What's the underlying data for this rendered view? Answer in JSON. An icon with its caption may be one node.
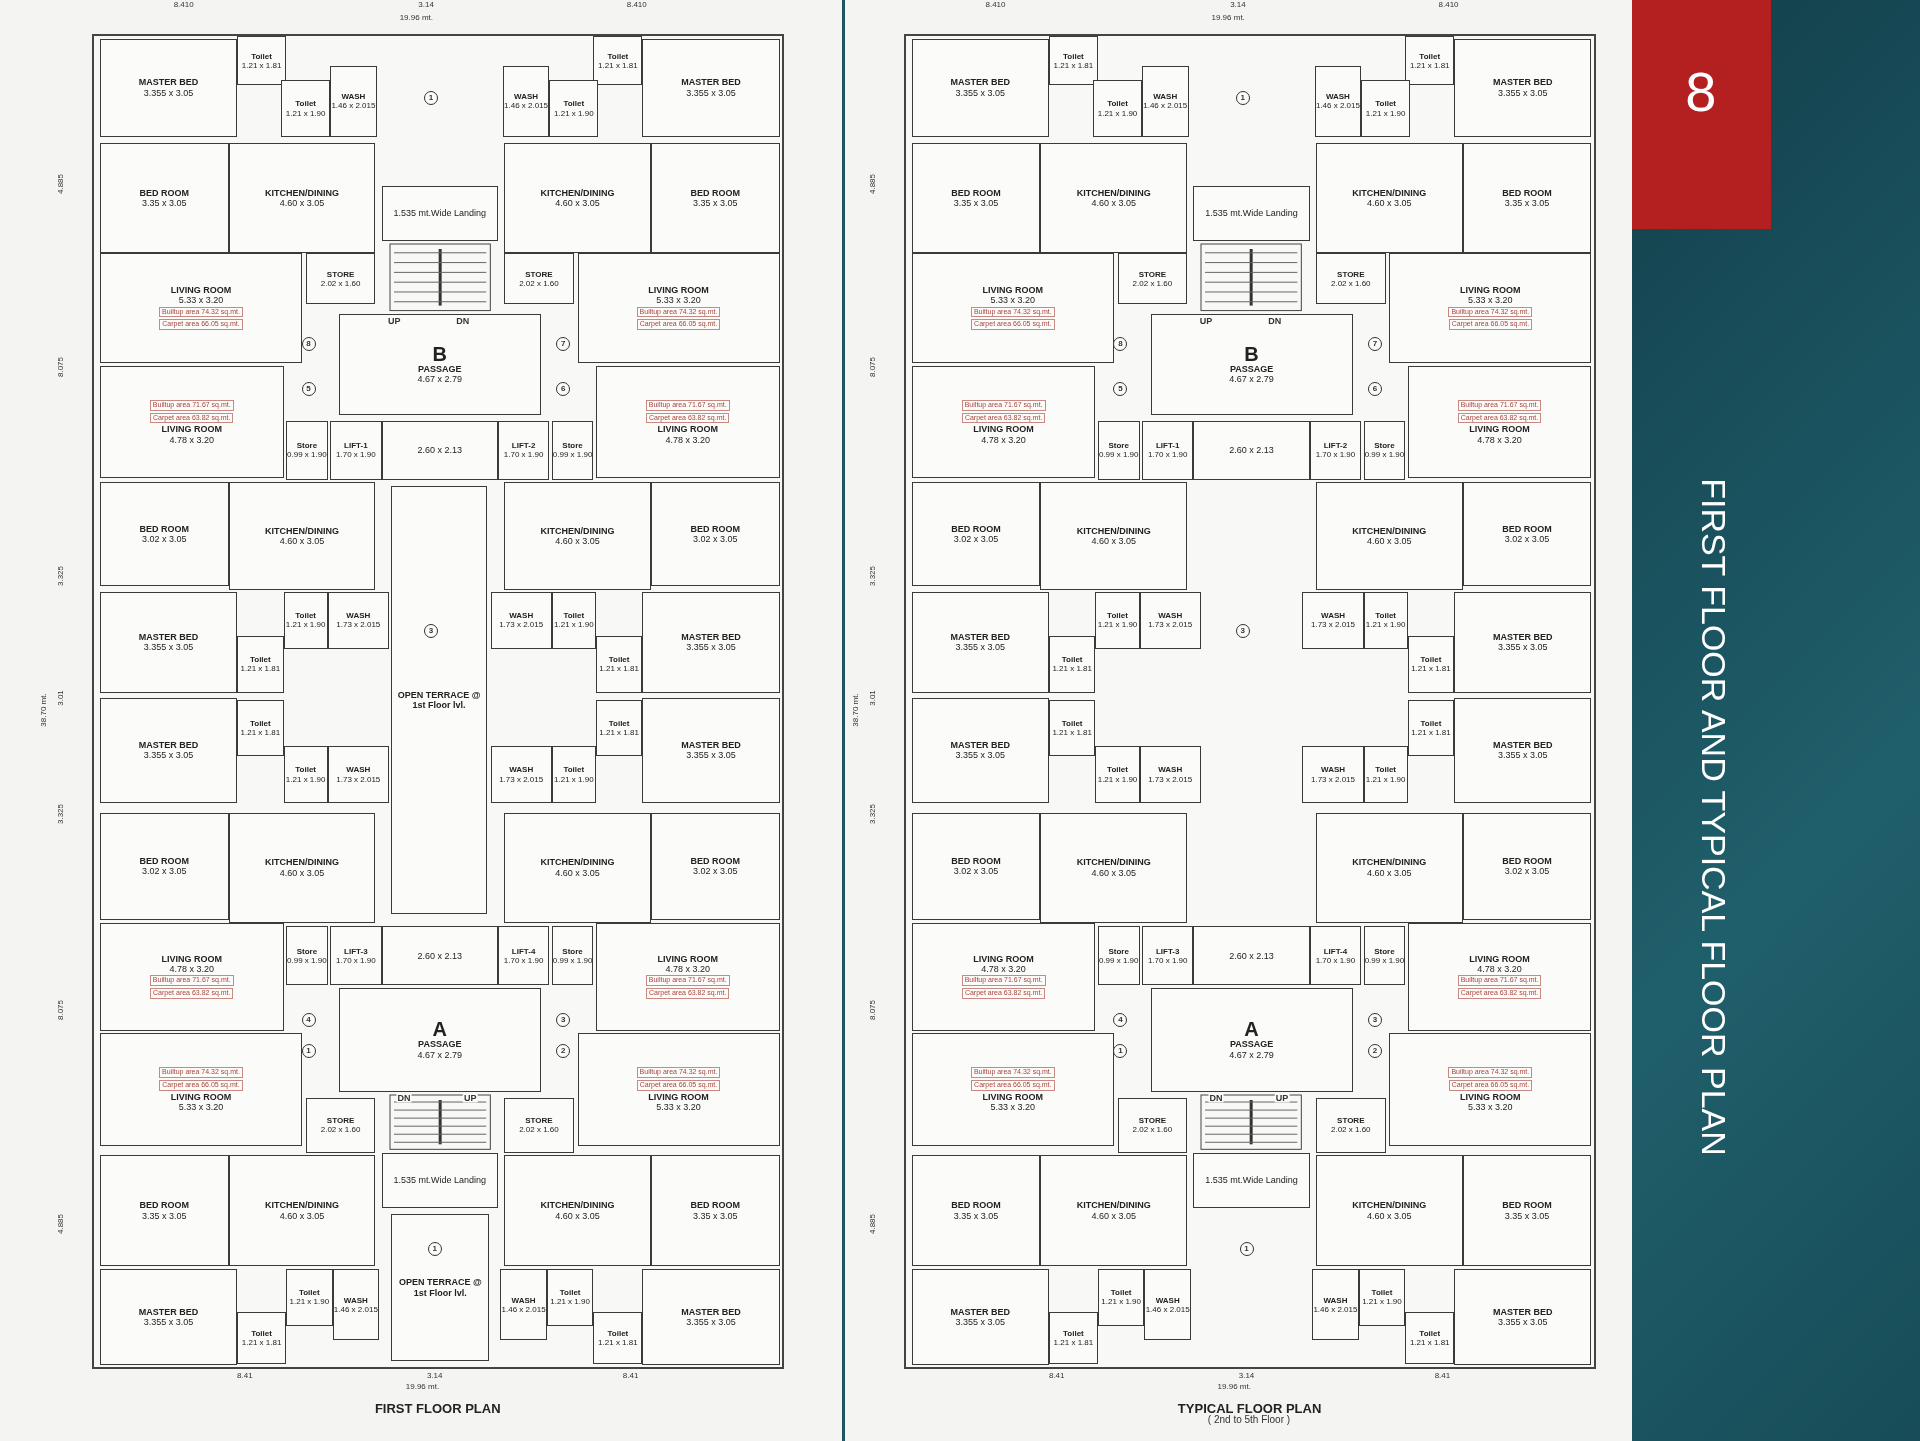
{
  "diagram": {
    "title": "FIRST FLOOR AND TYPICAL FLOOR PLAN",
    "nodes": [
      {
        "text": [
          "FIRST FLOOR PLAN"
        ]
      },
      {
        "text": [
          "MASTER BED",
          "3.355 x 3.05"
        ],
        "in": 0
      },
      {
        "text": [
          "Toilet",
          "1.21 x 1.81"
        ],
        "in": 0
      },
      {
        "text": [
          "Toilet",
          "1.21 x 1.90"
        ],
        "in": 0
      },
      {
        "text": [
          "WASH",
          "1.46 x 2.015"
        ],
        "in": 0
      },
      {
        "text": [
          "BED ROOM",
          "3.35 x 3.05"
        ],
        "in": 0
      },
      {
        "text": [
          "KITCHEN/DINING",
          "4.60 x 3.05"
        ],
        "in": 0
      },
      {
        "text": [
          "STORE",
          "2.02 x 1.60"
        ],
        "in": 0
      },
      {
        "text": [
          "LIVING ROOM",
          "5.33 x 3.20",
          "Builtup area 74.32 sq.mt.",
          "Carpet area 66.05 sq.mt."
        ],
        "in": 0
      },
      {
        "text": [
          "Builtup area 71.67 sq.mt.",
          "Carpet area 63.82 sq.mt.",
          "LIVING ROOM",
          "4.78 x 3.20"
        ],
        "in": 0
      },
      {
        "text": [
          "Store",
          "0.99 x 1.90"
        ],
        "in": 0
      },
      {
        "text": [
          "LIFT-1",
          "1.70 x 1.90"
        ],
        "in": 0
      },
      {
        "text": [
          "BED ROOM",
          "3.02 x 3.05"
        ],
        "in": 0
      },
      {
        "text": [
          "KITCHEN/DINING",
          "4.60 x 3.05"
        ],
        "in": 0
      },
      {
        "text": [
          "Toilet",
          "1.21 x 1.90"
        ],
        "in": 0
      },
      {
        "text": [
          "WASH",
          "1.73 x 2.015"
        ],
        "in": 0
      },
      {
        "text": [
          "MASTER BED",
          "3.355 x 3.05"
        ],
        "in": 0
      },
      {
        "text": [
          "Toilet",
          "1.21 x 1.81"
        ],
        "in": 0
      },
      {
        "text": [
          "MASTER BED",
          "3.355 x 3.05"
        ],
        "in": 0
      },
      {
        "text": [
          "Toilet",
          "1.21 x 1.81"
        ],
        "in": 0
      },
      {
        "text": [
          "Toilet",
          "1.21 x 1.90"
        ],
        "in": 0
      },
      {
        "text": [
          "WASH",
          "1.73 x 2.015"
        ],
        "in": 0
      },
      {
        "text": [
          "BED ROOM",
          "3.02 x 3.05"
        ],
        "in": 0
      },
      {
        "text": [
          "KITCHEN/DINING",
          "4.60 x 3.05"
        ],
        "in": 0
      },
      {
        "text": [
          "Store",
          "0.99 x 1.90"
        ],
        "in": 0
      },
      {
        "text": [
          "LIFT-3",
          "1.70 x 1.90"
        ],
        "in": 0
      },
      {
        "text": [
          "LIVING ROOM",
          "4.78 x 3.20",
          "Builtup area 71.67 sq.mt.",
          "Carpet area 63.82 sq.mt."
        ],
        "in": 0
      },
      {
        "text": [
          "Builtup area 74.32 sq.mt.",
          "Carpet area 66.05 sq.mt.",
          "LIVING ROOM",
          "5.33 x 3.20"
        ],
        "in": 0
      },
      {
        "text": [
          "STORE",
          "2.02 x 1.60"
        ],
        "in": 0
      },
      {
        "text": [
          "BED ROOM",
          "3.35 x 3.05"
        ],
        "in": 0
      },
      {
        "text": [
          "KITCHEN/DINING",
          "4.60 x 3.05"
        ],
        "in": 0
      },
      {
        "text": [
          "MASTER BED",
          "3.355 x 3.05"
        ],
        "in": 0
      },
      {
        "text": [
          "Toilet",
          "1.21 x 1.90"
        ],
        "in": 0
      },
      {
        "text": [
          "WASH",
          "1.46 x 2.015"
        ],
        "in": 0
      },
      {
        "text": [
          "Toilet",
          "1.21 x 1.81"
        ],
        "in": 0
      },
      {
        "text": [
          "MASTER BED",
          "3.355 x 3.05"
        ],
        "in": 0
      },
      {
        "text": [
          "Toilet",
          "1.21 x 1.81"
        ],
        "in": 0
      },
      {
        "text": [
          "Toilet",
          "1.21 x 1.90"
        ],
        "in": 0
      },
      {
        "text": [
          "WASH",
          "1.46 x 2.015"
        ],
        "in": 0
      },
      {
        "text": [
          "BED ROOM",
          "3.35 x 3.05"
        ],
        "in": 0
      },
      {
        "text": [
          "KITCHEN/DINING",
          "4.60 x 3.05"
        ],
        "in": 0
      },
      {
        "text": [
          "STORE",
          "2.02 x 1.60"
        ],
        "in": 0
      },
      {
        "text": [
          "LIVING ROOM",
          "5.33 x 3.20",
          "Builtup area 74.32 sq.mt.",
          "Carpet area 66.05 sq.mt."
        ],
        "in": 0
      },
      {
        "text": [
          "Builtup area 71.67 sq.mt.",
          "Carpet area 63.82 sq.mt.",
          "LIVING ROOM",
          "4.78 x 3.20"
        ],
        "in": 0
      },
      {
        "text": [
          "Store",
          "0.99 x 1.90"
        ],
        "in": 0
      },
      {
        "text": [
          "LIFT-2",
          "1.70 x 1.90"
        ],
        "in": 0
      },
      {
        "text": [
          "BED ROOM",
          "3.02 x 3.05"
        ],
        "in": 0
      },
      {
        "text": [
          "KITCHEN/DINING",
          "4.60 x 3.05"
        ],
        "in": 0
      },
      {
        "text": [
          "Toilet",
          "1.21 x 1.90"
        ],
        "in": 0
      },
      {
        "text": [
          "WASH",
          "1.73 x 2.015"
        ],
        "in": 0
      },
      {
        "text": [
          "MASTER BED",
          "3.355 x 3.05"
        ],
        "in": 0
      },
      {
        "text": [
          "Toilet",
          "1.21 x 1.81"
        ],
        "in": 0
      },
      {
        "text": [
          "MASTER BED",
          "3.355 x 3.05"
        ],
        "in": 0
      },
      {
        "text": [
          "Toilet",
          "1.21 x 1.81"
        ],
        "in": 0
      },
      {
        "text": [
          "Toilet",
          "1.21 x 1.90"
        ],
        "in": 0
      },
      {
        "text": [
          "WASH",
          "1.73 x 2.015"
        ],
        "in": 0
      },
      {
        "text": [
          "BED ROOM",
          "3.02 x 3.05"
        ],
        "in": 0
      },
      {
        "text": [
          "KITCHEN/DINING",
          "4.60 x 3.05"
        ],
        "in": 0
      },
      {
        "text": [
          "Store",
          "0.99 x 1.90"
        ],
        "in": 0
      },
      {
        "text": [
          "LIFT-4",
          "1.70 x 1.90"
        ],
        "in": 0
      },
      {
        "text": [
          "LIVING ROOM",
          "4.78 x 3.20",
          "Builtup area 71.67 sq.mt.",
          "Carpet area 63.82 sq.mt."
        ],
        "in": 0
      },
      {
        "text": [
          "Builtup area 74.32 sq.mt.",
          "Carpet area 66.05 sq.mt.",
          "LIVING ROOM",
          "5.33 x 3.20"
        ],
        "in": 0
      },
      {
        "text": [
          "STORE",
          "2.02 x 1.60"
        ],
        "in": 0
      },
      {
        "text": [
          "BED ROOM",
          "3.35 x 3.05"
        ],
        "in": 0
      },
      {
        "text": [
          "KITCHEN/DINING",
          "4.60 x 3.05"
        ],
        "in": 0
      },
      {
        "text": [
          "MASTER BED",
          "3.355 x 3.05"
        ],
        "in": 0
      },
      {
        "text": [
          "Toilet",
          "1.21 x 1.90"
        ],
        "in": 0
      },
      {
        "text": [
          "WASH",
          "1.46 x 2.015"
        ],
        "in": 0
      },
      {
        "text": [
          "Toilet",
          "1.21 x 1.81"
        ],
        "in": 0
      },
      {
        "text": [
          "1.535 mt.Wide Landing"
        ],
        "in": 0
      },
      {
        "text": [
          "B",
          "PASSAGE",
          "4.67 x 2.79"
        ],
        "in": 0
      },
      {
        "text": [
          "2.60 x 2.13"
        ],
        "in": 0
      },
      {
        "text": [
          "OPEN TERRACE @ 1st Floor lvl."
        ],
        "in": 0
      },
      {
        "text": [
          "2.60 x 2.13"
        ],
        "in": 0
      },
      {
        "text": [
          "A",
          "PASSAGE",
          "4.67 x 2.79"
        ],
        "in": 0
      },
      {
        "text": [
          "1.535 mt.Wide Landing"
        ],
        "in": 0
      },
      {
        "text": [
          "OPEN TERRACE @ 1st Floor lvl."
        ],
        "in": 0
      },
      {
        "text": [
          "TYPICAL FLOOR PLAN"
        ]
      },
      {
        "text": [
          "MASTER BED",
          "3.355 x 3.05"
        ],
        "in": 77
      },
      {
        "text": [
          "Toilet",
          "1.21 x 1.81"
        ],
        "in": 77
      },
      {
        "text": [
          "Toilet",
          "1.21 x 1.90"
        ],
        "in": 77
      },
      {
        "text": [
          "WASH",
          "1.46 x 2.015"
        ],
        "in": 77
      },
      {
        "text": [
          "BED ROOM",
          "3.35 x 3.05"
        ],
        "in": 77
      },
      {
        "text": [
          "KITCHEN/DINING",
          "4.60 x 3.05"
        ],
        "in": 77
      },
      {
        "text": [
          "STORE",
          "2.02 x 1.60"
        ],
        "in": 77
      },
      {
        "text": [
          "LIVING ROOM",
          "5.33 x 3.20",
          "Builtup area 74.32 sq.mt.",
          "Carpet area 66.05 sq.mt."
        ],
        "in": 77
      },
      {
        "text": [
          "Builtup area 71.67 sq.mt.",
          "Carpet area 63.82 sq.mt.",
          "LIVING ROOM",
          "4.78 x 3.20"
        ],
        "in": 77
      },
      {
        "text": [
          "Store",
          "0.99 x 1.90"
        ],
        "in": 77
      },
      {
        "text": [
          "LIFT-1",
          "1.70 x 1.90"
        ],
        "in": 77
      },
      {
        "text": [
          "BED ROOM",
          "3.02 x 3.05"
        ],
        "in": 77
      },
      {
        "text": [
          "KITCHEN/DINING",
          "4.60 x 3.05"
        ],
        "in": 77
      },
      {
        "text": [
          "Toilet",
          "1.21 x 1.90"
        ],
        "in": 77
      },
      {
        "text": [
          "WASH",
          "1.73 x 2.015"
        ],
        "in": 77
      },
      {
        "text": [
          "MASTER BED",
          "3.355 x 3.05"
        ],
        "in": 77
      },
      {
        "text": [
          "Toilet",
          "1.21 x 1.81"
        ],
        "in": 77
      },
      {
        "text": [
          "MASTER BED",
          "3.355 x 3.05"
        ],
        "in": 77
      },
      {
        "text": [
          "Toilet",
          "1.21 x 1.81"
        ],
        "in": 77
      },
      {
        "text": [
          "Toilet",
          "1.21 x 1.90"
        ],
        "in": 77
      },
      {
        "text": [
          "WASH",
          "1.73 x 2.015"
        ],
        "in": 77
      },
      {
        "text": [
          "BED ROOM",
          "3.02 x 3.05"
        ],
        "in": 77
      },
      {
        "text": [
          "KITCHEN/DINING",
          "4.60 x 3.05"
        ],
        "in": 77
      },
      {
        "text": [
          "Store",
          "0.99 x 1.90"
        ],
        "in": 77
      },
      {
        "text": [
          "LIFT-3",
          "1.70 x 1.90"
        ],
        "in": 77
      },
      {
        "text": [
          "LIVING ROOM",
          "4.78 x 3.20",
          "Builtup area 71.67 sq.mt.",
          "Carpet area 63.82 sq.mt."
        ],
        "in": 77
      },
      {
        "text": [
          "Builtup area 74.32 sq.mt.",
          "Carpet area 66.05 sq.mt.",
          "LIVING ROOM",
          "5.33 x 3.20"
        ],
        "in": 77
      },
      {
        "text": [
          "STORE",
          "2.02 x 1.60"
        ],
        "in": 77
      },
      {
        "text": [
          "BED ROOM",
          "3.35 x 3.05"
        ],
        "in": 77
      },
      {
        "text": [
          "KITCHEN/DINING",
          "4.60 x 3.05"
        ],
        "in": 77
      },
      {
        "text": [
          "MASTER BED",
          "3.355 x 3.05"
        ],
        "in": 77
      },
      {
        "text": [
          "Toilet",
          "1.21 x 1.90"
        ],
        "in": 77
      },
      {
        "text": [
          "WASH",
          "1.46 x 2.015"
        ],
        "in": 77
      },
      {
        "text": [
          "Toilet",
          "1.21 x 1.81"
        ],
        "in": 77
      },
      {
        "text": [
          "MASTER BED",
          "3.355 x 3.05"
        ],
        "in": 77
      },
      {
        "text": [
          "Toilet",
          "1.21 x 1.81"
        ],
        "in": 77
      },
      {
        "text": [
          "Toilet",
          "1.21 x 1.90"
        ],
        "in": 77
      },
      {
        "text": [
          "WASH",
          "1.46 x 2.015"
        ],
        "in": 77
      },
      {
        "text": [
          "BED ROOM",
          "3.35 x 3.05"
        ],
        "in": 77
      },
      {
        "text": [
          "KITCHEN/DINING",
          "4.60 x 3.05"
        ],
        "in": 77
      },
      {
        "text": [
          "STORE",
          "2.02 x 1.60"
        ],
        "in": 77
      },
      {
        "text": [
          "LIVING ROOM",
          "5.33 x 3.20",
          "Builtup area 74.32 sq.mt.",
          "Carpet area 66.05 sq.mt."
        ],
        "in": 77
      },
      {
        "text": [
          "Builtup area 71.67 sq.mt.",
          "Carpet area 63.82 sq.mt.",
          "LIVING ROOM",
          "4.78 x 3.20"
        ],
        "in": 77
      },
      {
        "text": [
          "Store",
          "0.99 x 1.90"
        ],
        "in": 77
      },
      {
        "text": [
          "LIFT-2",
          "1.70 x 1.90"
        ],
        "in": 77
      },
      {
        "text": [
          "BED ROOM",
          "3.02 x 3.05"
        ],
        "in": 77
      },
      {
        "text": [
          "KITCHEN/DINING",
          "4.60 x 3.05"
        ],
        "in": 77
      },
      {
        "text": [
          "Toilet",
          "1.21 x 1.90"
        ],
        "in": 77
      },
      {
        "text": [
          "WASH",
          "1.73 x 2.015"
        ],
        "in": 77
      },
      {
        "text": [
          "MASTER BED",
          "3.355 x 3.05"
        ],
        "in": 77
      },
      {
        "text": [
          "Toilet",
          "1.21 x 1.81"
        ],
        "in": 77
      },
      {
        "text": [
          "MASTER BED",
          "3.355 x 3.05"
        ],
        "in": 77
      },
      {
        "text": [
          "Toilet",
          "1.21 x 1.81"
        ],
        "in": 77
      },
      {
        "text": [
          "Toilet",
          "1.21 x 1.90"
        ],
        "in": 77
      },
      {
        "text": [
          "WASH",
          "1.73 x 2.015"
        ],
        "in": 77
      },
      {
        "text": [
          "BED ROOM",
          "3.02 x 3.05"
        ],
        "in": 77
      },
      {
        "text": [
          "KITCHEN/DINING",
          "4.60 x 3.05"
        ],
        "in": 77
      },
      {
        "text": [
          "Store",
          "0.99 x 1.90"
        ],
        "in": 77
      },
      {
        "text": [
          "LIFT-4",
          "1.70 x 1.90"
        ],
        "in": 77
      },
      {
        "text": [
          "LIVING ROOM",
          "4.78 x 3.20",
          "Builtup area 71.67 sq.mt.",
          "Carpet area 63.82 sq.mt."
        ],
        "in": 77
      },
      {
        "text": [
          "Builtup area 74.32 sq.mt.",
          "Carpet area 66.05 sq.mt.",
          "LIVING ROOM",
          "5.33 x 3.20"
        ],
        "in": 77
      },
      {
        "text": [
          "STORE",
          "2.02 x 1.60"
        ],
        "in": 77
      },
      {
        "text": [
          "BED ROOM",
          "3.35 x 3.05"
        ],
        "in": 77
      },
      {
        "text": [
          "KITCHEN/DINING",
          "4.60 x 3.05"
        ],
        "in": 77
      },
      {
        "text": [
          "MASTER BED",
          "3.355 x 3.05"
        ],
        "in": 77
      },
      {
        "text": [
          "Toilet",
          "1.21 x 1.90"
        ],
        "in": 77
      },
      {
        "text": [
          "WASH",
          "1.46 x 2.015"
        ],
        "in": 77
      },
      {
        "text": [
          "Toilet",
          "1.21 x 1.81"
        ],
        "in": 77
      },
      {
        "text": [
          "1.535 mt.Wide Landing"
        ],
        "in": 77
      },
      {
        "text": [
          "B",
          "PASSAGE",
          "4.67 x 2.79"
        ],
        "in": 77
      },
      {
        "text": [
          "2.60 x 2.13"
        ],
        "in": 77
      },
      {
        "text": [
          "2.60 x 2.13"
        ],
        "in": 77
      },
      {
        "text": [
          "A",
          "PASSAGE",
          "4.67 x 2.79"
        ],
        "in": 77
      },
      {
        "text": [
          "1.535 mt.Wide Landing"
        ],
        "in": 77
      }
    ],
    "labels": [
      "8",
      "8.410",
      "3.14",
      "8.410",
      "19.96 mt.",
      "4.885",
      "8.075",
      "3.325",
      "3.01",
      "3.325",
      "8.075",
      "4.885",
      "38.70 mt.",
      "8.41",
      "3.14",
      "8.41",
      "19.96 mt.",
      "UP",
      "DN",
      "DN",
      "UP",
      "1",
      "3",
      "1",
      "8",
      "7",
      "5",
      "6",
      "4",
      "3",
      "1",
      "2",
      "8.410",
      "3.14",
      "8.410",
      "19.96 mt.",
      "4.885",
      "8.075",
      "3.325",
      "3.01",
      "3.325",
      "8.075",
      "4.885",
      "38.70 mt.",
      "8.41",
      "3.14",
      "8.41",
      "19.96 mt.",
      "UP",
      "DN",
      "DN",
      "UP",
      "1",
      "3",
      "1",
      "8",
      "7",
      "5",
      "6",
      "4",
      "3",
      "1",
      "2",
      "( 2nd to 5th Floor )"
    ]
  }
}
